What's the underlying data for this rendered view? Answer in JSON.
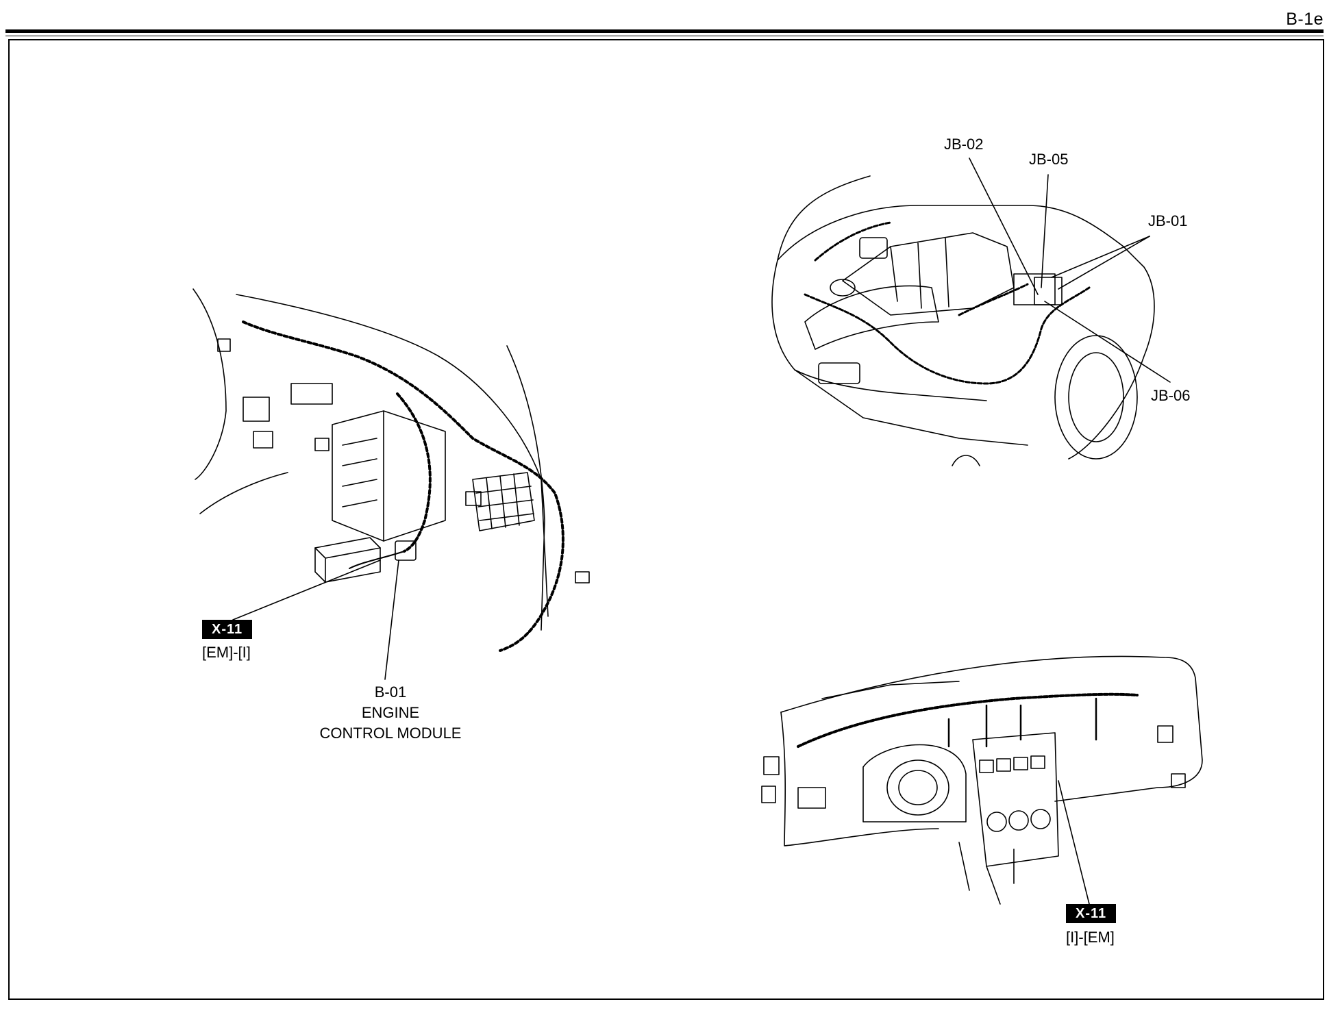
{
  "page_code": "B-1e",
  "figures": {
    "engine_room": {
      "labels": {
        "jb02": "JB-02",
        "jb05": "JB-05",
        "jb01": "JB-01",
        "jb06": "JB-06"
      }
    },
    "cowl": {
      "connector_badge": "X-11",
      "connector_sub": "[EM]-[I]",
      "component_code": "B-01",
      "component_name_line1": "ENGINE",
      "component_name_line2": "CONTROL MODULE"
    },
    "dashboard": {
      "connector_badge": "X-11",
      "connector_sub": "[I]-[EM]"
    }
  }
}
